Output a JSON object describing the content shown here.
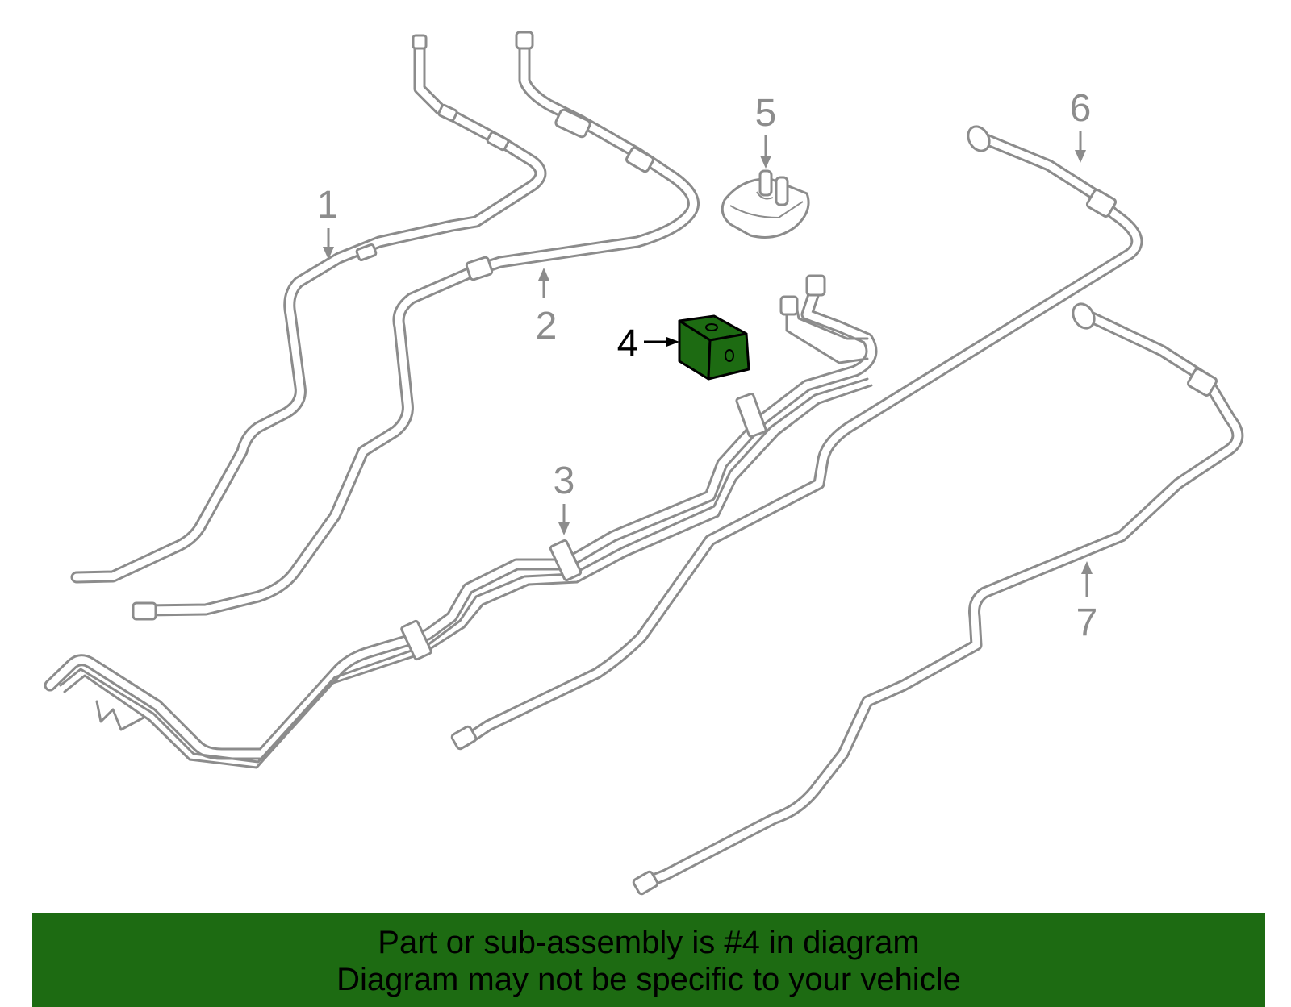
{
  "callouts": [
    "1",
    "2",
    "3",
    "4",
    "5",
    "6",
    "7"
  ],
  "highlighted_part": "4",
  "colors": {
    "highlight_fill": "#1d6b12",
    "line_art": "#8c8c8c",
    "banner_background": "#1d6b12"
  },
  "banner": {
    "line1": "Part or sub-assembly is #4 in diagram",
    "line2": "Diagram may not be specific to your vehicle"
  }
}
